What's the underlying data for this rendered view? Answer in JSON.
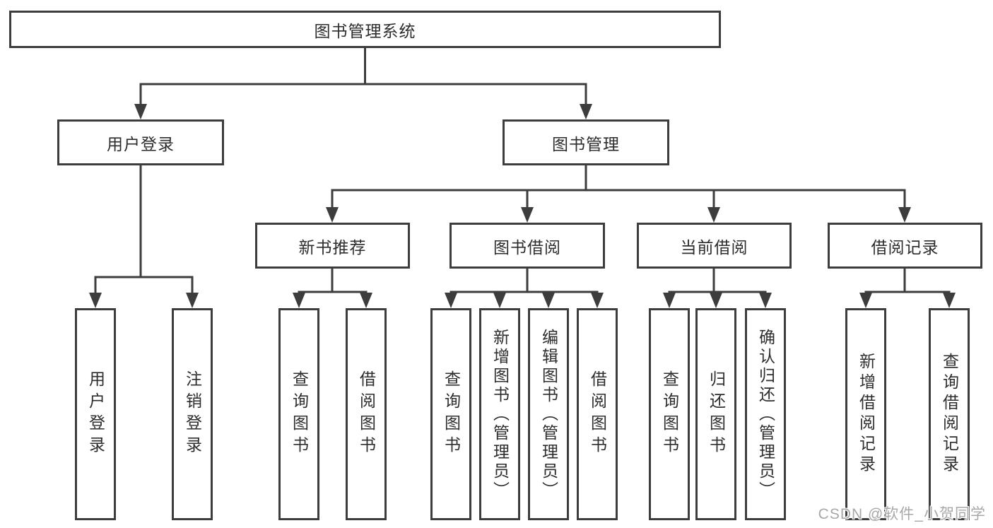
{
  "diagram": {
    "type": "hierarchy-tree",
    "orientation": "top-down",
    "line_color": "#3d3d3d",
    "text_color": "#2d2d2d",
    "background_color": "#ffffff",
    "watermark": "CSDN @软件_小贺同学",
    "watermark_color": "#a8a8a8"
  },
  "nodes": {
    "root": {
      "label": "图书管理系统",
      "level": 0
    },
    "userLogin": {
      "label": "用户登录",
      "level": 1,
      "parent": "root"
    },
    "bookMgmt": {
      "label": "图书管理",
      "level": 1,
      "parent": "root"
    },
    "newBookRec": {
      "label": "新书推荐",
      "level": 2,
      "parent": "bookMgmt"
    },
    "bookBorrow": {
      "label": "图书借阅",
      "level": 2,
      "parent": "bookMgmt"
    },
    "currentBorrow": {
      "label": "当前借阅",
      "level": 2,
      "parent": "bookMgmt"
    },
    "borrowRecord": {
      "label": "借阅记录",
      "level": 2,
      "parent": "bookMgmt"
    },
    "leafUserLogin": {
      "label": "用户登录",
      "level": 3,
      "parent": "userLogin"
    },
    "leafLogout": {
      "label": "注销登录",
      "level": 3,
      "parent": "userLogin"
    },
    "leafQueryBook1": {
      "label": "查询图书",
      "level": 3,
      "parent": "newBookRec"
    },
    "leafBorrowBook1": {
      "label": "借阅图书",
      "level": 3,
      "parent": "newBookRec"
    },
    "leafQueryBook2": {
      "label": "查询图书",
      "level": 3,
      "parent": "bookBorrow"
    },
    "leafAddBook": {
      "label": "新增图书（管理员）",
      "level": 3,
      "parent": "bookBorrow"
    },
    "leafEditBook": {
      "label": "编辑图书（管理员）",
      "level": 3,
      "parent": "bookBorrow"
    },
    "leafBorrowBook2": {
      "label": "借阅图书",
      "level": 3,
      "parent": "bookBorrow"
    },
    "leafQueryBook3": {
      "label": "查询图书",
      "level": 3,
      "parent": "currentBorrow"
    },
    "leafReturnBook": {
      "label": "归还图书",
      "level": 3,
      "parent": "currentBorrow"
    },
    "leafConfirmReturn": {
      "label": "确认归还（管理员）",
      "level": 3,
      "parent": "currentBorrow"
    },
    "leafAddRecord": {
      "label": "新增借阅记录",
      "level": 3,
      "parent": "borrowRecord"
    },
    "leafQueryRecord": {
      "label": "查询借阅记录",
      "level": 3,
      "parent": "borrowRecord"
    }
  }
}
